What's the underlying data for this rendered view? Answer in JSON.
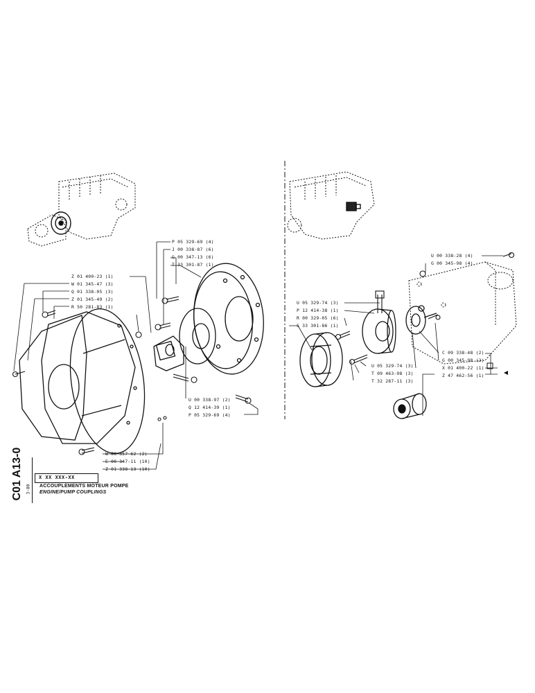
{
  "document": {
    "code": "C01 A13-0",
    "date": "3-80",
    "reference": "X XX XXX-XX",
    "title_fr": "ACCOUPLEMENTS MOTEUR POMPE",
    "title_en": "ENGINE/PUMP COUPLINGS"
  },
  "left_parts": [
    {
      "id": "lp1",
      "text": "P 05 329-69 (4)"
    },
    {
      "id": "lp2",
      "text": "J 00 338-87 (6)"
    },
    {
      "id": "lp3",
      "text": "G 00 347-13 (6)"
    },
    {
      "id": "lp4",
      "text": "T 33 301-87 (1)"
    },
    {
      "id": "lp5",
      "text": "Z 01 400-23 (1)"
    },
    {
      "id": "lp6",
      "text": "W 01 345-47 (3)"
    },
    {
      "id": "lp7",
      "text": "Q 01 338-05 (3)"
    },
    {
      "id": "lp8",
      "text": "Z 01 345-49 (2)"
    },
    {
      "id": "lp9",
      "text": "R 50 281-83 (1)"
    },
    {
      "id": "lp10",
      "text": "U 00 338-97 (2)"
    },
    {
      "id": "lp11",
      "text": "Q 12 414-39 (1)"
    },
    {
      "id": "lp12",
      "text": "P 05 329-69 (4)"
    },
    {
      "id": "lp13",
      "text": "W 00 357-62 (2)"
    },
    {
      "id": "lp14",
      "text": "E 00 347-11 (10)"
    },
    {
      "id": "lp15",
      "text": "Z 01 338-13 (10)"
    }
  ],
  "right_parts": [
    {
      "id": "rp1",
      "text": "U 00 338-28 (4)"
    },
    {
      "id": "rp2",
      "text": "G 00 345-98 (4)"
    },
    {
      "id": "rp3",
      "text": "U 05 329-74 (3)"
    },
    {
      "id": "rp4",
      "text": "P 12 414-38 (1)"
    },
    {
      "id": "rp5",
      "text": "R 00 329-05 (6)"
    },
    {
      "id": "rp6",
      "text": "S 33 301-86 (1)"
    },
    {
      "id": "rp7",
      "text": "U 05 329-74 (3)"
    },
    {
      "id": "rp8",
      "text": "T 09 463-98 (3)"
    },
    {
      "id": "rp9",
      "text": "T 32 287-11 (3)"
    },
    {
      "id": "rp10",
      "text": "C 09 338-48 (2)"
    },
    {
      "id": "rp11",
      "text": "G 00 345-98 (2)"
    },
    {
      "id": "rp12",
      "text": "X 01 400-22 (1)"
    },
    {
      "id": "rp13",
      "text": "Z 47 462-56 (1)"
    }
  ]
}
